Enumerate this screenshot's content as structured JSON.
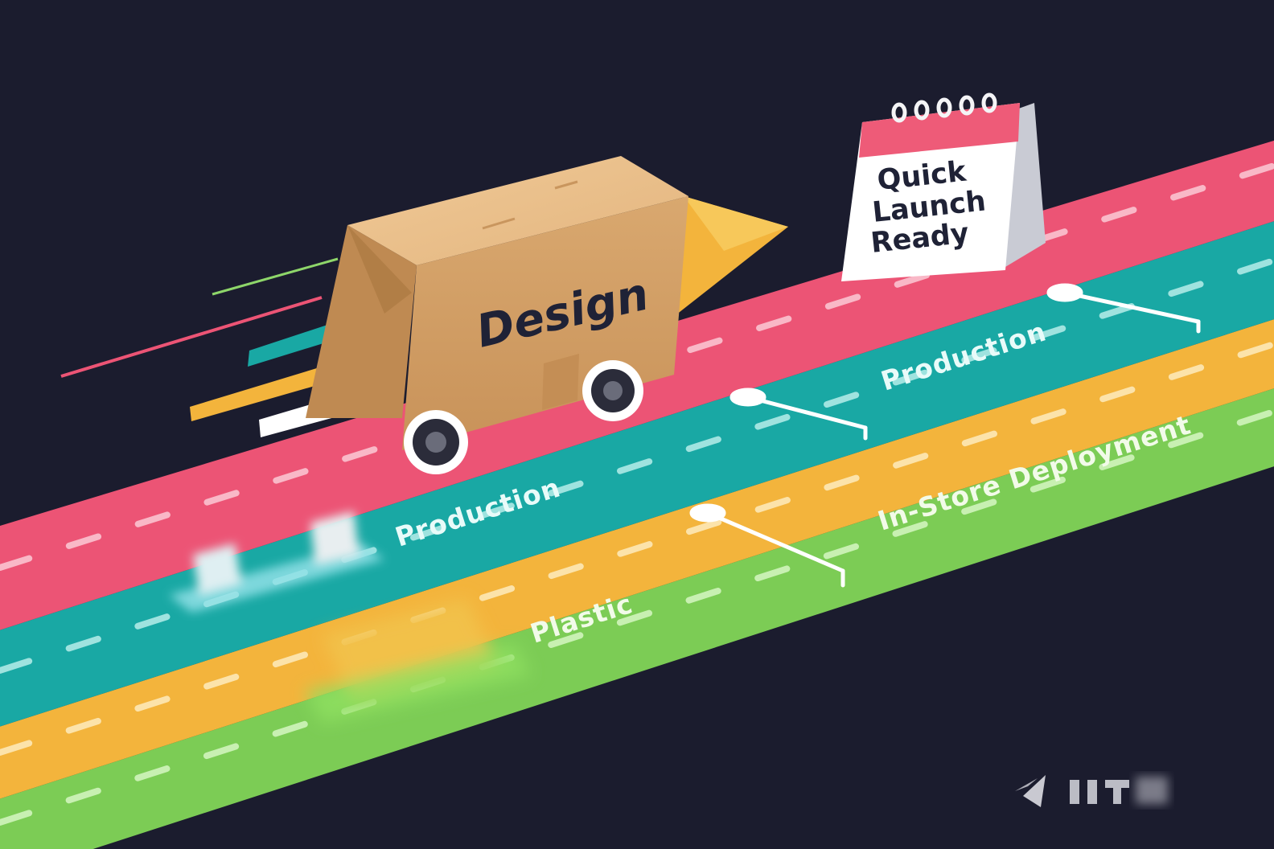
{
  "colors": {
    "background": "#1b1c2e",
    "lane_pink": "#ec5475",
    "lane_teal": "#19a8a4",
    "lane_orange": "#f3b43c",
    "lane_green": "#7ccc55",
    "box": "#d7a66d",
    "calendar_header": "#ee5b78"
  },
  "box": {
    "label": "Design",
    "icon": "box-truck-icon"
  },
  "calendar": {
    "line1": "Quick",
    "line2": "Launch",
    "line3": "Ready",
    "icon": "calendar-icon"
  },
  "lanes": {
    "teal_label_1": "Production",
    "teal_label_2": "Production",
    "green_label_1": "Plastic",
    "green_label_2": "In-Store Deployment"
  },
  "watermark": {
    "icon": "logo-mark-icon"
  }
}
